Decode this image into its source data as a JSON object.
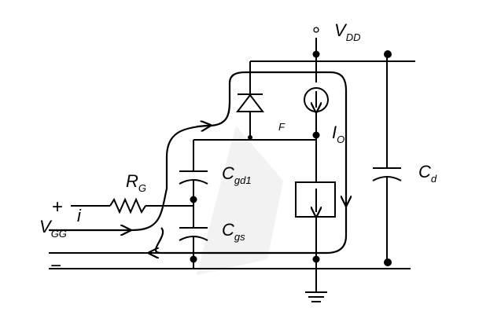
{
  "labels": {
    "vdd_main": "V",
    "vdd_sub": "DD",
    "io_main": "I",
    "io_sub": "O",
    "f": "F",
    "cgd1_main": "C",
    "cgd1_sub": "gd1",
    "cgs_main": "C",
    "cgs_sub": "gs",
    "cd_main": "C",
    "cd_sub": "d",
    "rg_main": "R",
    "rg_sub": "G",
    "i": "i",
    "vgg_main": "V",
    "vgg_sub": "GG",
    "plus": "+",
    "minus": "−"
  },
  "colors": {
    "line": "#000000",
    "background": "#ffffff"
  }
}
